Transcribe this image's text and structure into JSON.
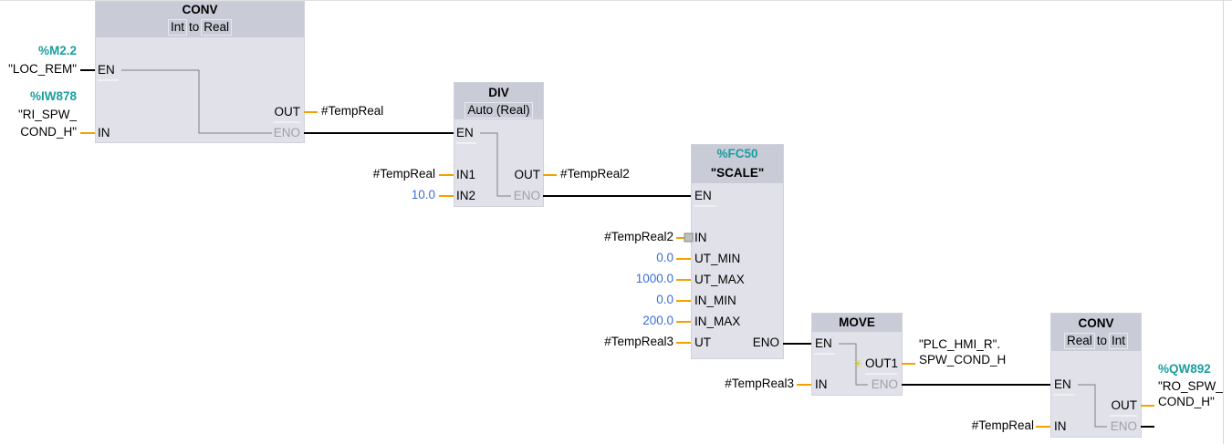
{
  "conv1": {
    "title": "CONV",
    "from": "Int",
    "to_word": "to",
    "to": "Real",
    "pins": {
      "en": "EN",
      "in": "IN",
      "out": "OUT",
      "eno": "ENO"
    },
    "en_addr": "%M2.2",
    "en_var": "\"LOC_REM\"",
    "in_addr": "%IW878",
    "in_var1": "\"RI_SPW_",
    "in_var2": "COND_H\"",
    "out_var": "#TempReal"
  },
  "div": {
    "title": "DIV",
    "type": "Auto (Real)",
    "pins": {
      "en": "EN",
      "in1": "IN1",
      "in2": "IN2",
      "out": "OUT",
      "eno": "ENO"
    },
    "in1_var": "#TempReal",
    "in2_val": "10.0",
    "out_var": "#TempReal2"
  },
  "scale": {
    "addr": "%FC50",
    "title": "\"SCALE\"",
    "pins": {
      "en": "EN",
      "in": "IN",
      "ut_min": "UT_MIN",
      "ut_max": "UT_MAX",
      "in_min": "IN_MIN",
      "in_max": "IN_MAX",
      "ut": "UT",
      "eno": "ENO"
    },
    "in_var": "#TempReal2",
    "ut_min_val": "0.0",
    "ut_max_val": "1000.0",
    "in_min_val": "0.0",
    "in_max_val": "200.0",
    "ut_var": "#TempReal3"
  },
  "move": {
    "title": "MOVE",
    "pins": {
      "en": "EN",
      "in": "IN",
      "out1": "OUT1",
      "eno": "ENO"
    },
    "in_var": "#TempReal3",
    "out_var1": "\"PLC_HMI_R\".",
    "out_var2": "SPW_COND_H"
  },
  "conv2": {
    "title": "CONV",
    "from": "Real",
    "to_word": "to",
    "to": "Int",
    "pins": {
      "en": "EN",
      "in": "IN",
      "out": "OUT",
      "eno": "ENO"
    },
    "in_var": "#TempReal",
    "out_addr": "%QW892",
    "out_var1": "\"RO_SPW_",
    "out_var2": "COND_H\""
  },
  "colors": {
    "bool_wire": "#000000",
    "data_wire": "#f5a000",
    "block_body": "#e1e2e9",
    "block_header": "#c9cbd7",
    "address": "#1a9e9e",
    "constant": "#3a6fd8"
  }
}
